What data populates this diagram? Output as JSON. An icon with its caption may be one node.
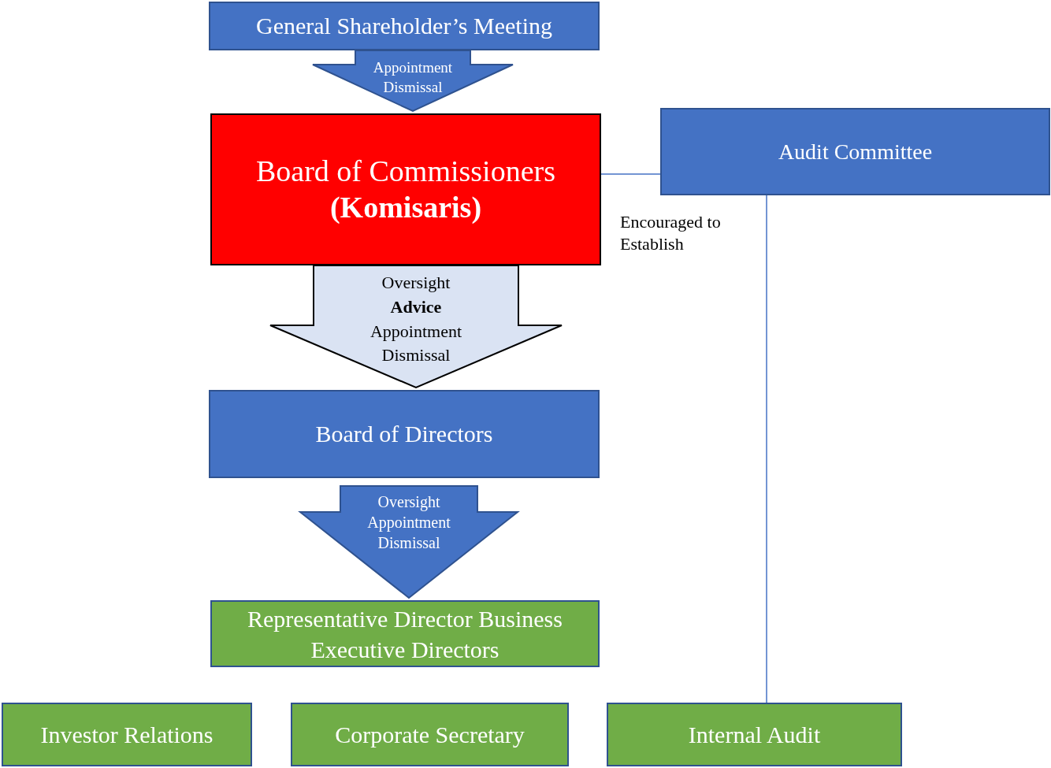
{
  "diagram": {
    "nodes": [
      {
        "text": [
          "General Shareholder’s Meeting"
        ]
      },
      {
        "text": [
          "Board of Commissioners **(Komisaris)**"
        ]
      },
      {
        "text": [
          "Audit Committee"
        ]
      },
      {
        "text": [
          "Board of Directors"
        ]
      },
      {
        "text": [
          "Representative Director Business Executive Directors"
        ]
      },
      {
        "text": [
          "Investor Relations"
        ]
      },
      {
        "text": [
          "Corporate Secretary"
        ]
      },
      {
        "text": [
          "Internal Audit"
        ]
      }
    ],
    "edges": [
      {
        "from": 0,
        "to": 1,
        "arrow": "to",
        "label": "Appointment Dismissal",
        "style": "thick"
      },
      {
        "from": 1,
        "to": 3,
        "arrow": "to",
        "label": "Oversight **Advice** Appointment Dismissal",
        "style": "thick",
        "color": "#dae3f3"
      },
      {
        "from": 3,
        "to": 4,
        "arrow": "to",
        "label": "Oversight Appointment Dismissal",
        "style": "thick"
      },
      {
        "from": 1,
        "to": 2,
        "arrow": "none",
        "label": "Encouraged to Establish"
      },
      {
        "from": 2,
        "to": 7,
        "arrow": "none"
      }
    ]
  }
}
